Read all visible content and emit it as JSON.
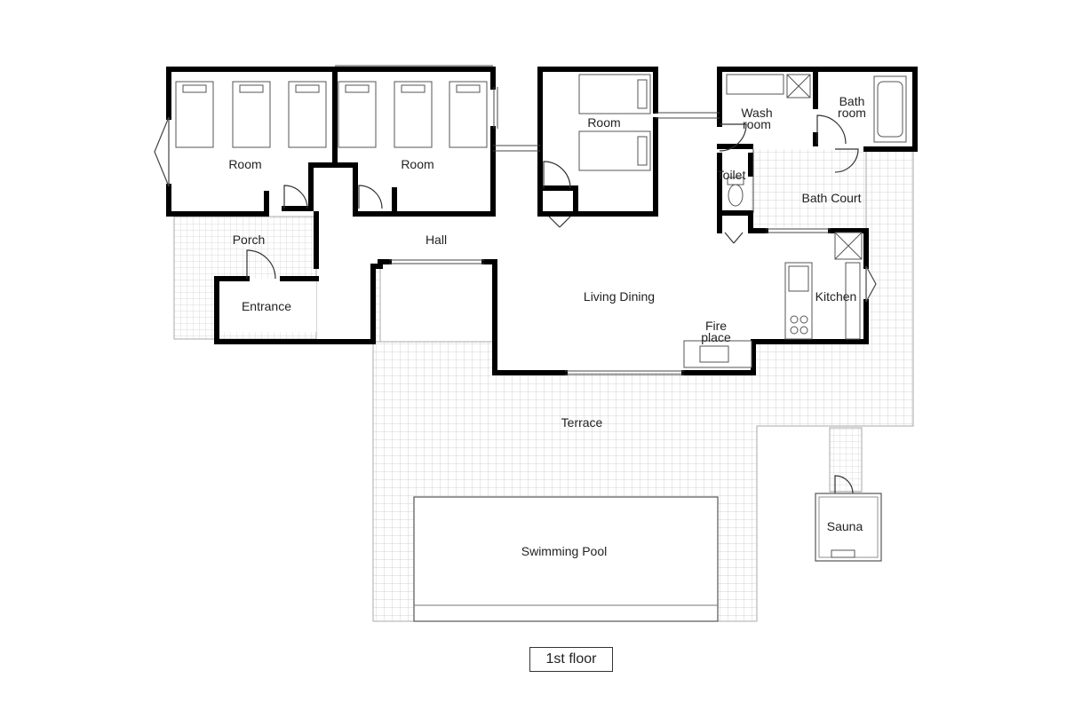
{
  "plan": {
    "caption": "1st floor",
    "rooms": {
      "room_west": "Room",
      "room_middle": "Room",
      "room_east": "Room",
      "wash_room": [
        "Wash",
        "room"
      ],
      "bath_room": [
        "Bath",
        "room"
      ],
      "toilet": "Toilet",
      "bath_court": "Bath Court",
      "porch": "Porch",
      "hall": "Hall",
      "entrance": "Entrance",
      "living_dining": "Living Dining",
      "kitchen": "Kitchen",
      "fire_place": [
        "Fire",
        "place"
      ],
      "terrace": "Terrace",
      "swimming_pool": "Swimming Pool",
      "sauna": "Sauna"
    }
  },
  "colors": {
    "wall": "#000000",
    "grid_line": "#c8c8c8",
    "furniture_line": "#555555",
    "background": "#ffffff"
  }
}
